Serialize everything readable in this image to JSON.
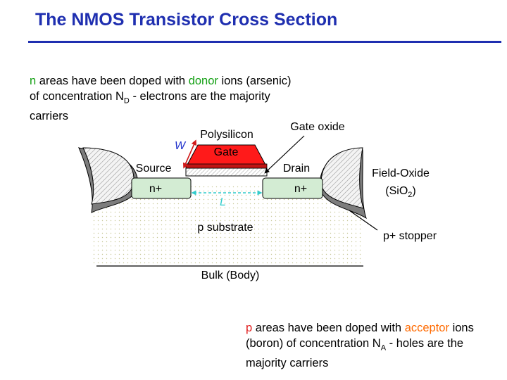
{
  "title": "The NMOS Transistor Cross Section",
  "para_n": {
    "kw": "n",
    "t1": " areas have been doped with ",
    "kw2": "donor",
    "t2": " ions (arsenic) of concentration N",
    "sub": "D",
    "t3": " - electrons are the majority carriers"
  },
  "para_p": {
    "kw": "p",
    "t1": " areas have been doped with ",
    "kw2": "acceptor",
    "t2": " ions (boron) of concentration N",
    "sub": "A",
    "t3": " - holes are the majority carriers"
  },
  "labels": {
    "polysilicon": "Polysilicon",
    "gate": "Gate",
    "gate_oxide": "Gate oxide",
    "w": "W",
    "source": "Source",
    "drain": "Drain",
    "n_plus_left": "n+",
    "n_plus_right": "n+",
    "l": "L",
    "p_substrate": "p substrate",
    "bulk": "Bulk (Body)",
    "field_oxide": "Field-Oxide",
    "sio2_open": "(SiO",
    "sio2_sub": "2",
    "sio2_close": ")",
    "p_stopper": "p+ stopper"
  },
  "colors": {
    "title": "#1f2fb0",
    "gate": "#ff1a1a",
    "green": "#13a013",
    "orange": "#ff6a00",
    "w_arrow": "#d01a1a",
    "w_text": "#2233cc",
    "l_arrow": "#33cccc"
  }
}
